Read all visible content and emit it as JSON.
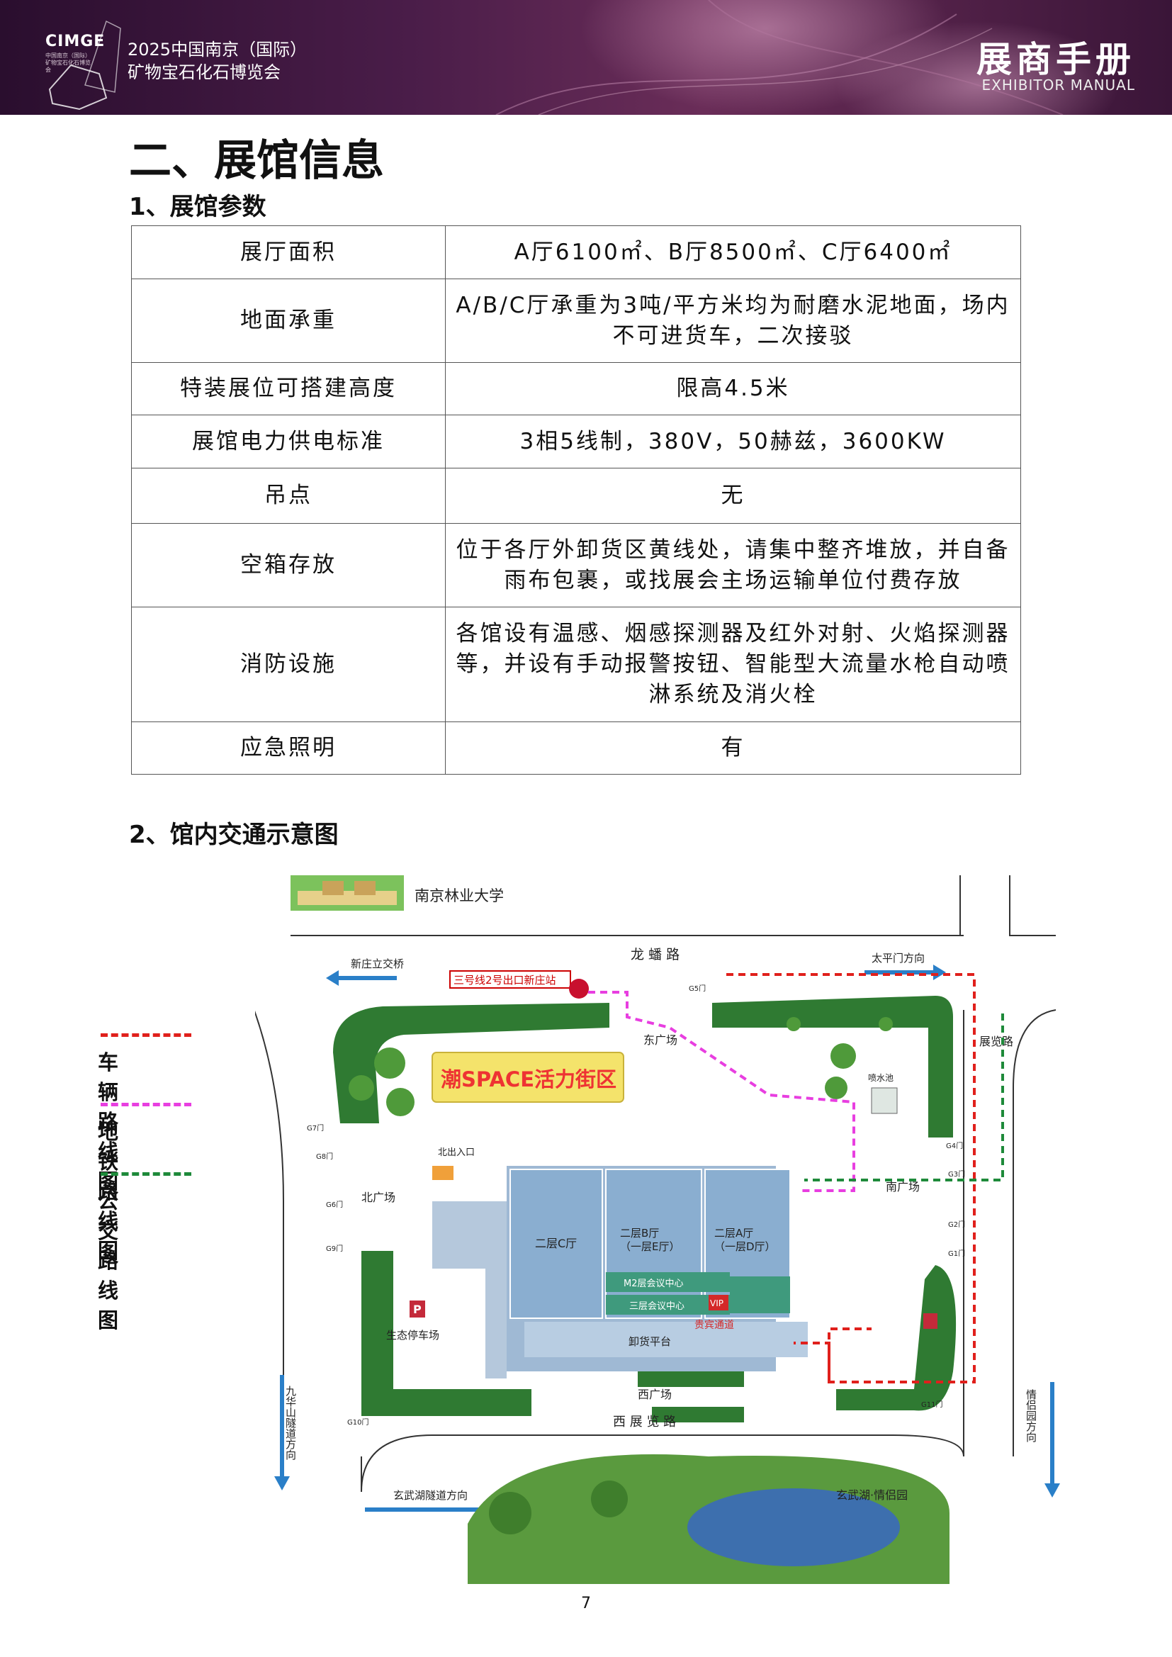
{
  "header": {
    "logo": "CIMGE",
    "logo_sub": "中国南京（国际）矿物宝石化石博览会",
    "event_line1": "2025中国南京（国际）",
    "event_line2": "矿物宝石化石博览会",
    "manual_title": "展商手册",
    "manual_sub": "EXHIBITOR MANUAL"
  },
  "section_title": "二、展馆信息",
  "sub1_title": "1、展馆参数",
  "params": [
    {
      "key": "展厅面积",
      "value": "A厅6100㎡、B厅8500㎡、C厅6400㎡"
    },
    {
      "key": "地面承重",
      "value": "A/B/C厅承重为3吨/平方米均为耐磨水泥地面，场内不可进货车，二次接驳"
    },
    {
      "key": "特装展位可搭建高度",
      "value": "限高4.5米"
    },
    {
      "key": "展馆电力供电标准",
      "value": "3相5线制，380V，50赫兹，3600KW"
    },
    {
      "key": "吊点",
      "value": "无"
    },
    {
      "key": "空箱存放",
      "value": "位于各厅外卸货区黄线处，请集中整齐堆放，并自备雨布包裹，或找展会主场运输单位付费存放"
    },
    {
      "key": "消防设施",
      "value": "各馆设有温感、烟感探测器及红外对射、火焰探测器等，并设有手动报警按钮、智能型大流量水枪自动喷淋系统及消火栓"
    },
    {
      "key": "应急照明",
      "value": "有"
    }
  ],
  "sub2_title": "2、馆内交通示意图",
  "legend": [
    {
      "label": "车辆路线图",
      "color": "#e0201c"
    },
    {
      "label": "地铁路线图",
      "color": "#e83ee0"
    },
    {
      "label": "公交路线图",
      "color": "#1e8a3a"
    }
  ],
  "map": {
    "university": "南京林业大学",
    "road_north": "龙 蟠 路",
    "to_xinzhuang": "新庄立交桥",
    "to_taiping": "太平门方向",
    "metro_exit": "三号线2号出口新庄站",
    "east_plaza": "东广场",
    "space_zone": "潮SPACE活力街区",
    "fountain": "喷水池",
    "exhibit_road_label": "展览路",
    "south_plaza": "南广场",
    "north_plaza": "北广场",
    "north_entrance": "北出入口",
    "hall_c": "二层C厅",
    "hall_b": "二层B厅\n（一层E厅）",
    "hall_a": "二层A厅\n（一层D厅）",
    "m2_center": "M2层会议中心",
    "l3_center": "三层会议中心",
    "vip": "VIP",
    "vip_channel": "贵宾通道",
    "unloading": "卸货平台",
    "west_plaza": "西广场",
    "west_road": "西 展 览 路",
    "eco_parking": "生态停车场",
    "parking_p": "P",
    "jiuhua": "九华山隧道方向",
    "xuanwu_tunnel": "玄武湖隧道方向",
    "qinglv_dir": "情侣园方向",
    "xuanwu_park": "玄武湖·情侣园",
    "gates": {
      "g1": "G1门",
      "g2": "G2门",
      "g3": "G3门",
      "g4": "G4门",
      "g5": "G5门",
      "g6": "G6门",
      "g7": "G7门",
      "g8": "G8门",
      "g9": "G9门",
      "g10": "G10门",
      "g11": "G11门"
    }
  },
  "page_number": "7"
}
